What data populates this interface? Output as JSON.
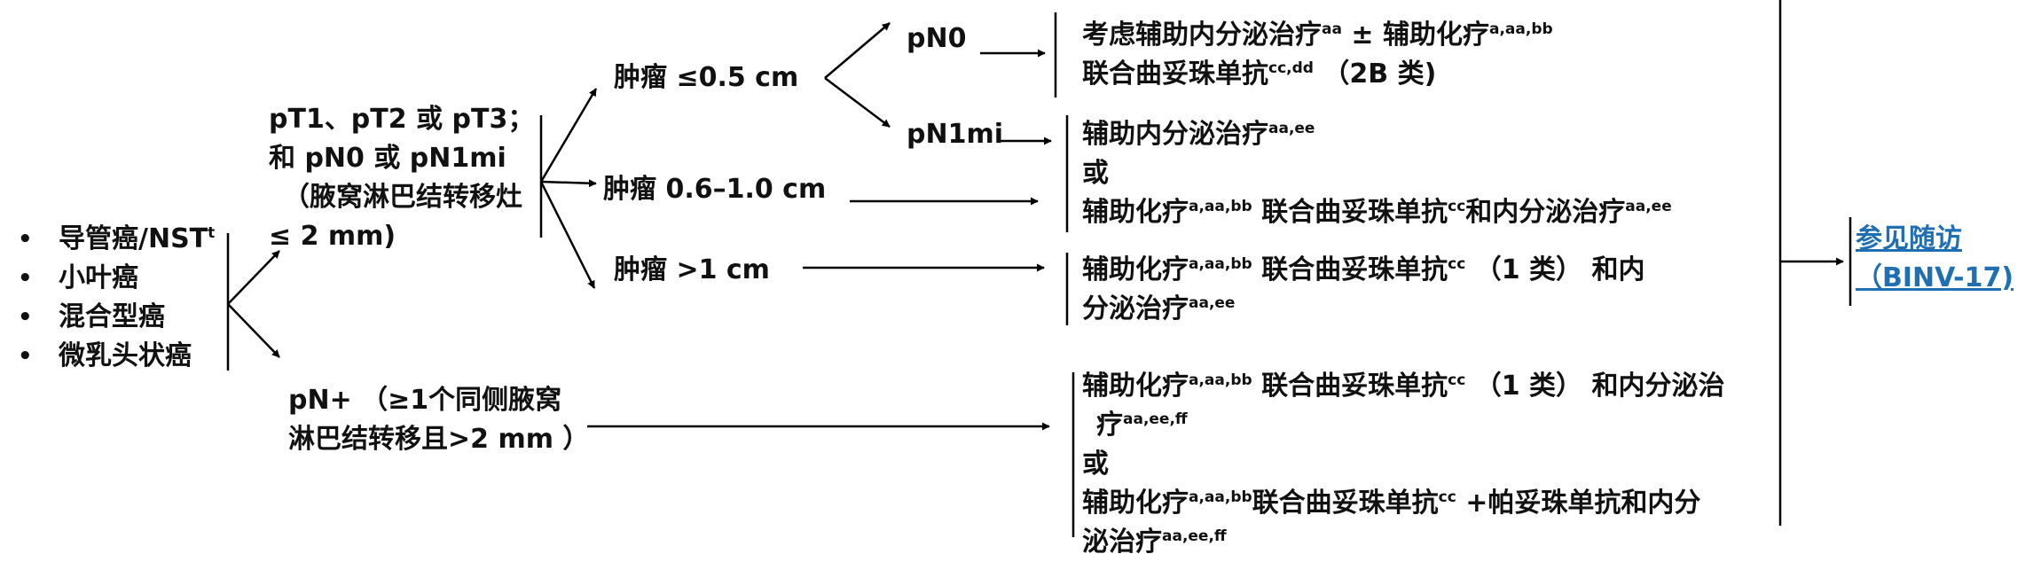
{
  "histology": [
    {
      "text": "导管癌/NST",
      "sup": "t"
    },
    {
      "text": "小叶癌",
      "sup": ""
    },
    {
      "text": "混合型癌",
      "sup": ""
    },
    {
      "text": "微乳头状癌",
      "sup": ""
    }
  ],
  "node_criteria": {
    "line1": "pT1、pT2 或 pT3；",
    "line2": "和 pN0 或 pN1mi",
    "line3": "（腋窝淋巴结转移灶",
    "line4": "≤ 2 mm)"
  },
  "node_positive": {
    "line1": "pN+ （≥1个同侧腋窝",
    "line2": "淋巴结转移且>2 mm ）"
  },
  "tumor_sizes": {
    "small": "肿瘤 ≤0.5 cm",
    "medium": "肿瘤 0.6–1.0 cm",
    "large": "肿瘤 >1 cm"
  },
  "nodal_status": {
    "pn0": "pN0",
    "pn1mi": "pN1mi"
  },
  "treatments": {
    "pn0": {
      "a": "考虑辅助内分泌治疗",
      "a_sup": "aa",
      "b": " ± 辅助化疗",
      "b_sup": "a,aa,bb",
      "c": "联合曲妥珠单抗",
      "c_sup": "cc,dd",
      "d": " （2B 类)"
    },
    "pn1mi_medium": {
      "a": "辅助内分泌治疗",
      "a_sup": "aa,ee",
      "or": "或",
      "b": "辅助化疗",
      "b_sup": "a,aa,bb",
      "c": " 联合曲妥珠单抗",
      "c_sup": "cc",
      "d": "和内分泌治疗",
      "d_sup": "aa,ee"
    },
    "large": {
      "a": "辅助化疗",
      "a_sup": "a,aa,bb",
      "b": " 联合曲妥珠单抗",
      "b_sup": "cc",
      "c": " （1 类） 和内",
      "d": "分泌治疗",
      "d_sup": "aa,ee"
    },
    "node_positive": {
      "a": "辅助化疗",
      "a_sup": "a,aa,bb",
      "b": " 联合曲妥珠单抗",
      "b_sup": "cc",
      "c": " （1 类） 和内分泌治",
      "d": "疗",
      "d_sup": "aa,ee,ff",
      "or": "或",
      "e": "辅助化疗",
      "e_sup": "a,aa,bb",
      "f": "联合曲妥珠单抗",
      "f_sup": "cc",
      "g": " +帕妥珠单抗和内分",
      "h": "泌治疗",
      "h_sup": "aa,ee,ff"
    }
  },
  "followup": {
    "line1": "参见随访",
    "line2": "（BINV-17)"
  }
}
